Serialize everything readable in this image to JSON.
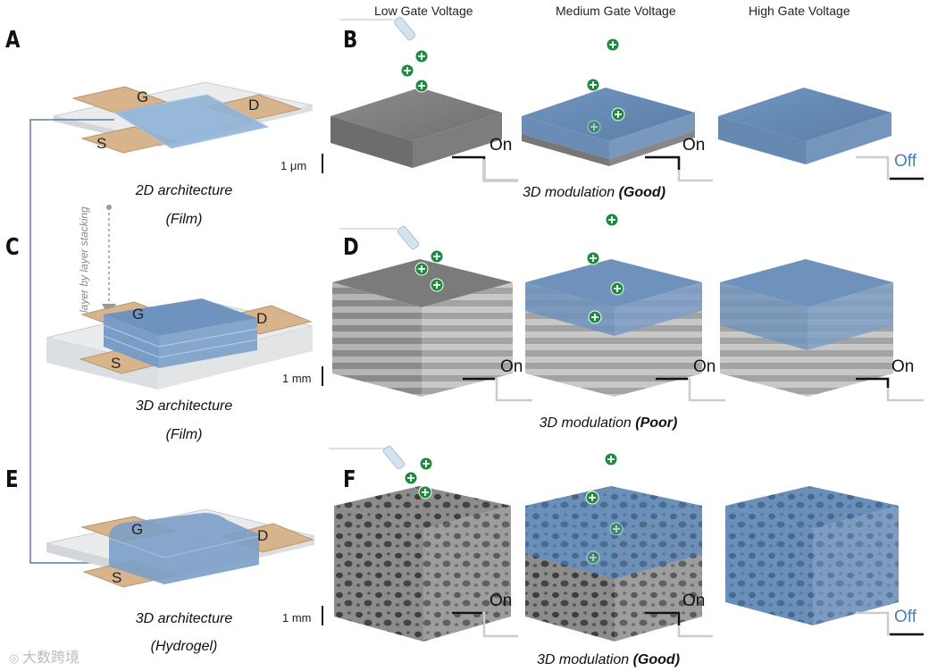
{
  "panels": {
    "A": "A",
    "B": "B",
    "C": "C",
    "D": "D",
    "E": "E",
    "F": "F"
  },
  "columns": {
    "low": "Low Gate Voltage",
    "medium": "Medium Gate Voltage",
    "high": "High Gate Voltage"
  },
  "electrodes": {
    "gate": "G",
    "drain": "D",
    "source": "S"
  },
  "architectures": {
    "row1": {
      "title": "2D architecture",
      "subtitle": "(Film)",
      "scale": "1 μm"
    },
    "row2": {
      "title": "3D architecture",
      "subtitle": "(Film)",
      "scale": "1 mm"
    },
    "row3": {
      "title": "3D architecture",
      "subtitle": "(Hydrogel)",
      "scale": "1 mm"
    }
  },
  "stacking_label": "layer by layer stacking",
  "modulation": {
    "row1": {
      "prefix": "3D modulation ",
      "quality": "(Good)"
    },
    "row2": {
      "prefix": "3D modulation ",
      "quality": "(Poor)"
    },
    "row3": {
      "prefix": "3D modulation ",
      "quality": "(Good)"
    }
  },
  "states": {
    "row1": [
      "On",
      "On",
      "Off"
    ],
    "row2": [
      "On",
      "On",
      "On"
    ],
    "row3": [
      "On",
      "On",
      "Off"
    ]
  },
  "watermark": "大数跨境",
  "colors": {
    "gray_material": "#7a7a7a",
    "blue_material": "#5f84ad",
    "ion_green": "#1e8a3e",
    "electrode": "#d8b48c",
    "substrate": "#e6e8ea",
    "off_text": "#4a7fb8"
  },
  "icons": {
    "ion": "plus-ion-icon",
    "gate_probe": "gate-probe-icon"
  }
}
